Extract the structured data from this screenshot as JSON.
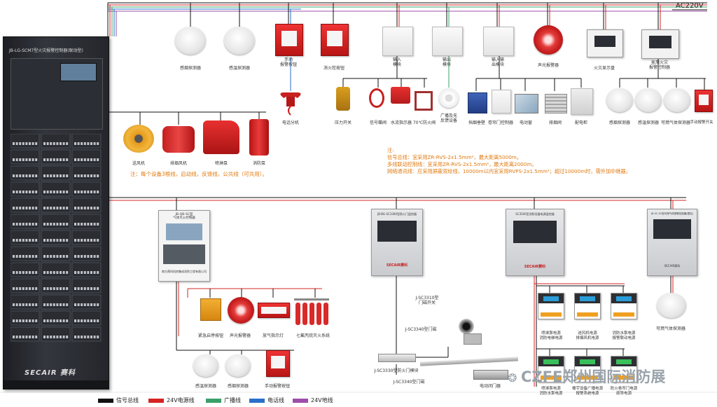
{
  "power_label": "AC220V",
  "cabinet": {
    "title": "JB-LG-SCM7型火灾报警控制器(联动型)",
    "brand": "SECAIR 赛科"
  },
  "top_devices": [
    {
      "label": "感烟探测器"
    },
    {
      "label": "感温探测器"
    },
    {
      "label": "手动\n报警按钮"
    },
    {
      "label": "消火栓按钮"
    },
    {
      "label": "输入\n模块"
    },
    {
      "label": "输出\n模块"
    },
    {
      "label": "输入输\n出模块"
    },
    {
      "label": "声光报警器"
    },
    {
      "label": "火灾显示盘"
    },
    {
      "label": "家用火灾\n报警控制器"
    }
  ],
  "second_row": [
    {
      "label": "电话分机"
    },
    {
      "label": "压力开关"
    },
    {
      "label": "信号蝶阀"
    },
    {
      "label": "水流指示器"
    },
    {
      "label": "70℃防火阀"
    },
    {
      "label": "广播及无\n反馈设备"
    },
    {
      "label": "挡烟垂壁"
    },
    {
      "label": "卷帘门控制器"
    },
    {
      "label": "电动窗"
    },
    {
      "label": "排烟阀"
    },
    {
      "label": "配电柜"
    },
    {
      "label": "感烟探测器"
    },
    {
      "label": "感温探测器"
    },
    {
      "label": "可燃气体探测器"
    },
    {
      "label": "手动报警开关"
    }
  ],
  "fans": [
    {
      "label": "送风机"
    },
    {
      "label": "排烟风机"
    },
    {
      "label": "喷淋泵"
    },
    {
      "label": "消防泵"
    }
  ],
  "fan_note": "注：每个设备3根线，启动线，反馈线，公共线（可共用）。",
  "notes": {
    "title": "注:",
    "lines": [
      "信号总线：宜采用ZR-RVS-2x1.5mm²，最大距离5000m。",
      "多线联动控制线：宜采用ZR-RVS-2x1.5mm²，最大距离2000m。",
      "网络通讯线：应采用屏蔽双绞线，10000m以内宜采用RVPS-2x1.5mm²；超过10000m时，需外加中继器。"
    ]
  },
  "extinguish_panel": {
    "title": "JB-QB-SC型\n气体灭火控制器",
    "caption": "南方燕科机房集成消防工程有限公司"
  },
  "extinguish_devices": [
    {
      "label": "紧急启停按钮"
    },
    {
      "label": "声光报警器"
    },
    {
      "label": "放气指示灯"
    },
    {
      "label": "七氟丙烷灭火系统"
    }
  ],
  "bottom_left_devices": [
    {
      "label": "感温探测器"
    },
    {
      "label": "感烟探测器"
    },
    {
      "label": "手动报警按钮"
    }
  ],
  "door_panel": {
    "title": "JB-BG-SC3300型防火门监控器",
    "brand": "SECAIR赛科"
  },
  "door_labels": [
    {
      "label": "J-SC3310型\n门磁开关"
    },
    {
      "label": "J-SC3340型门磁"
    },
    {
      "label": "J-SC3330型防火门模块"
    },
    {
      "label": "J-SC3340型门磁"
    },
    {
      "label": "电动闭门器"
    }
  ],
  "power_panel": {
    "title": "SC3500型消防设备电源监控器",
    "brand": "SECAIR赛科"
  },
  "power_modules": [
    {
      "label": "喷淋泵电源\n消防电梯电源"
    },
    {
      "label": "送风机电源\n排烟风机电源"
    },
    {
      "label": "消防水泵电源\n报警联动电源"
    },
    {
      "label": "喷淋泵电源\n消防水泵电源"
    },
    {
      "label": "楼宇设备广播电源\n报警系统电源"
    },
    {
      "label": "防火卷帘门电源\n疏导电源"
    }
  ],
  "gas_panel": {
    "title": "JB-SC-SC型可燃气体报警控制器(壁挂)",
    "brand": "SECAIR赛科"
  },
  "gas_detector": {
    "label": "可燃气体探测器"
  },
  "legend": [
    {
      "label": "信号总线",
      "color": "#111111"
    },
    {
      "label": "24V电源线",
      "color": "#d42424"
    },
    {
      "label": "广播线",
      "color": "#3aa06a"
    },
    {
      "label": "电话线",
      "color": "#2a6fc9"
    },
    {
      "label": "24V地线",
      "color": "#9b4fa8"
    }
  ],
  "watermark": "CZFE郑州国际消防展",
  "colors": {
    "signal": "#111111",
    "power24": "#d42424",
    "broadcast": "#3aa06a",
    "phone": "#2a6fc9",
    "ground": "#9b4fa8",
    "note": "#e07a10"
  }
}
